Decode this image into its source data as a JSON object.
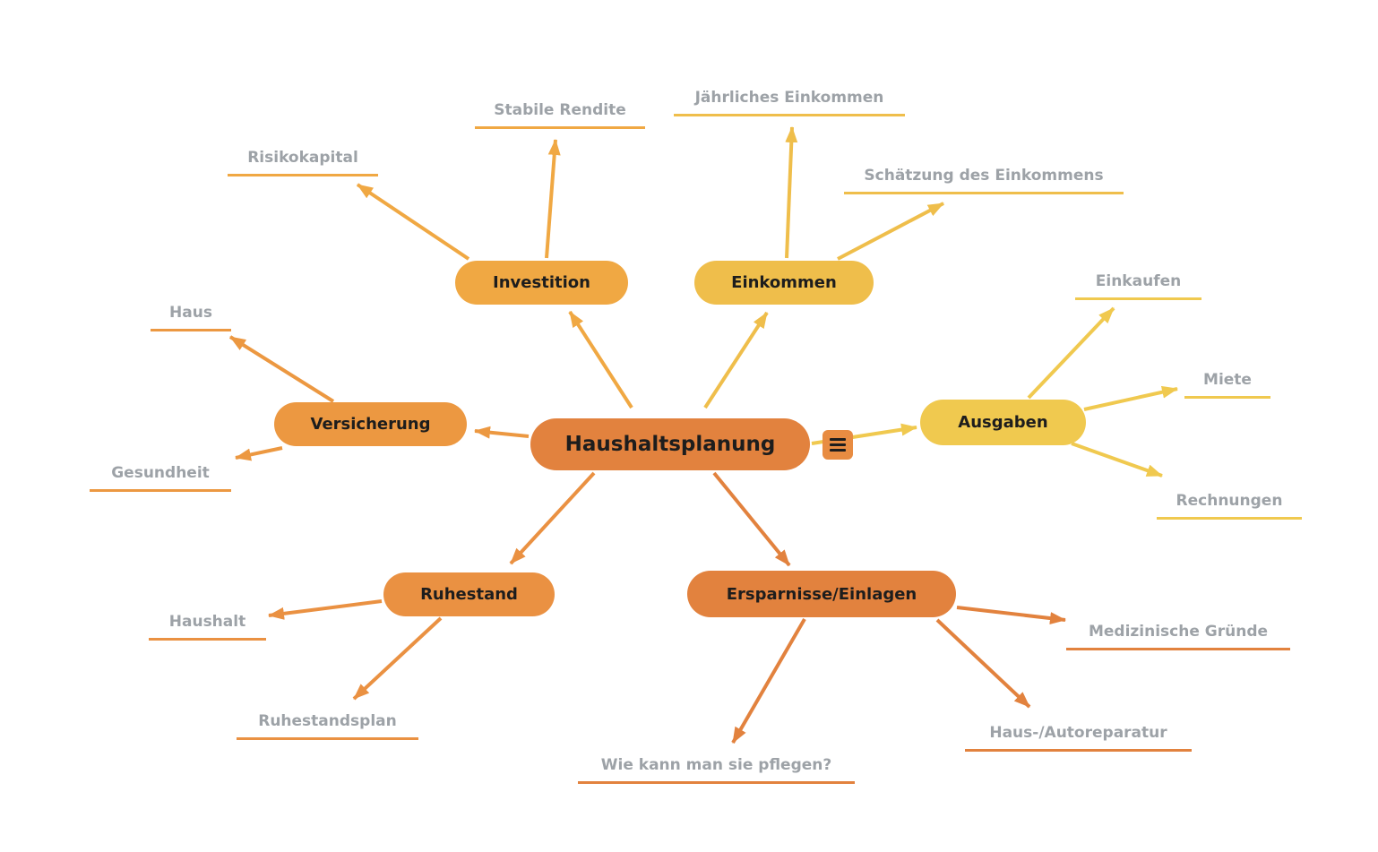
{
  "colors": {
    "center": "#E2823E",
    "investition": "#F0A843",
    "einkommen": "#EFBE4B",
    "ausgaben": "#F0C94F",
    "versicherung": "#EC9841",
    "ruhestand": "#EA9142",
    "ersparnisse": "#E2823E",
    "menu_icon_bg": "#E88C42",
    "leaf_text": "#9DA2A7",
    "node_text": "#1D1D1D"
  },
  "mindmap": {
    "center": {
      "label": "Haushaltsplanung"
    },
    "branches": [
      {
        "label": "Investition",
        "children": [
          {
            "label": "Stabile Rendite"
          },
          {
            "label": "Risikokapital"
          }
        ]
      },
      {
        "label": "Einkommen",
        "children": [
          {
            "label": "Jährliches Einkommen"
          },
          {
            "label": "Schätzung des Einkommens"
          }
        ]
      },
      {
        "label": "Ausgaben",
        "children": [
          {
            "label": "Einkaufen"
          },
          {
            "label": "Miete"
          },
          {
            "label": "Rechnungen"
          }
        ]
      },
      {
        "label": "Versicherung",
        "children": [
          {
            "label": "Haus"
          },
          {
            "label": "Gesundheit"
          }
        ]
      },
      {
        "label": "Ruhestand",
        "children": [
          {
            "label": "Haushalt"
          },
          {
            "label": "Ruhestandsplan"
          }
        ]
      },
      {
        "label": "Ersparnisse/Einlagen",
        "children": [
          {
            "label": "Wie kann man sie pflegen?"
          },
          {
            "label": "Medizinische Gründe"
          },
          {
            "label": "Haus-/Autoreparatur"
          }
        ]
      }
    ]
  }
}
